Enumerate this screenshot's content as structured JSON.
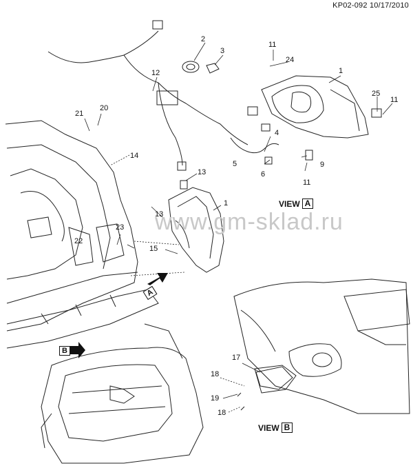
{
  "header": {
    "code": "KP02-092 10/17/2010"
  },
  "watermark": "www.gm-sklad.ru",
  "callouts": [
    "1",
    "2",
    "3",
    "4",
    "5",
    "6",
    "9",
    "11",
    "11",
    "11",
    "12",
    "13",
    "13",
    "14",
    "15",
    "17",
    "18",
    "18",
    "19",
    "20",
    "21",
    "22",
    "23",
    "24",
    "25",
    "1"
  ],
  "views": {
    "view_a": {
      "label": "VIEW",
      "letter": "A"
    },
    "view_b": {
      "label": "VIEW",
      "letter": "B"
    }
  },
  "markers": {
    "a": "A",
    "b": "B"
  }
}
